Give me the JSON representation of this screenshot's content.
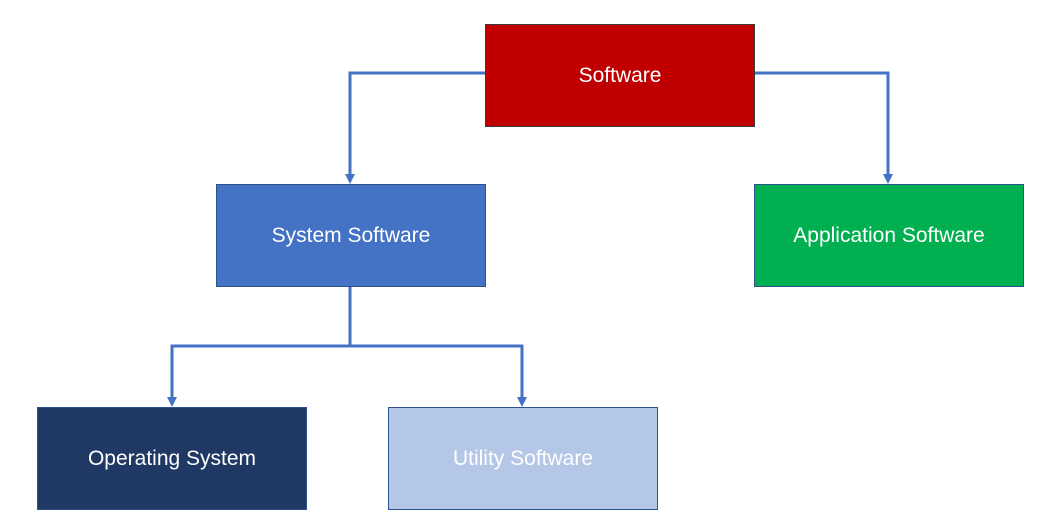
{
  "diagram": {
    "nodes": [
      {
        "id": "software",
        "label": "Software",
        "fill": "#c00000",
        "text_color": "#ffffff"
      },
      {
        "id": "system",
        "label": "System Software",
        "fill": "#4472c4",
        "text_color": "#ffffff"
      },
      {
        "id": "application",
        "label": "Application Software",
        "fill": "#00b050",
        "text_color": "#ffffff"
      },
      {
        "id": "os",
        "label": "Operating System",
        "fill": "#203864",
        "text_color": "#ffffff"
      },
      {
        "id": "utility",
        "label": "Utility Software",
        "fill": "#b4c7e7",
        "text_color": "#ffffff"
      }
    ],
    "edges": [
      {
        "from": "software",
        "to": "system"
      },
      {
        "from": "software",
        "to": "application"
      },
      {
        "from": "system",
        "to": "os"
      },
      {
        "from": "system",
        "to": "utility"
      }
    ],
    "connector_color": "#4472c4"
  }
}
